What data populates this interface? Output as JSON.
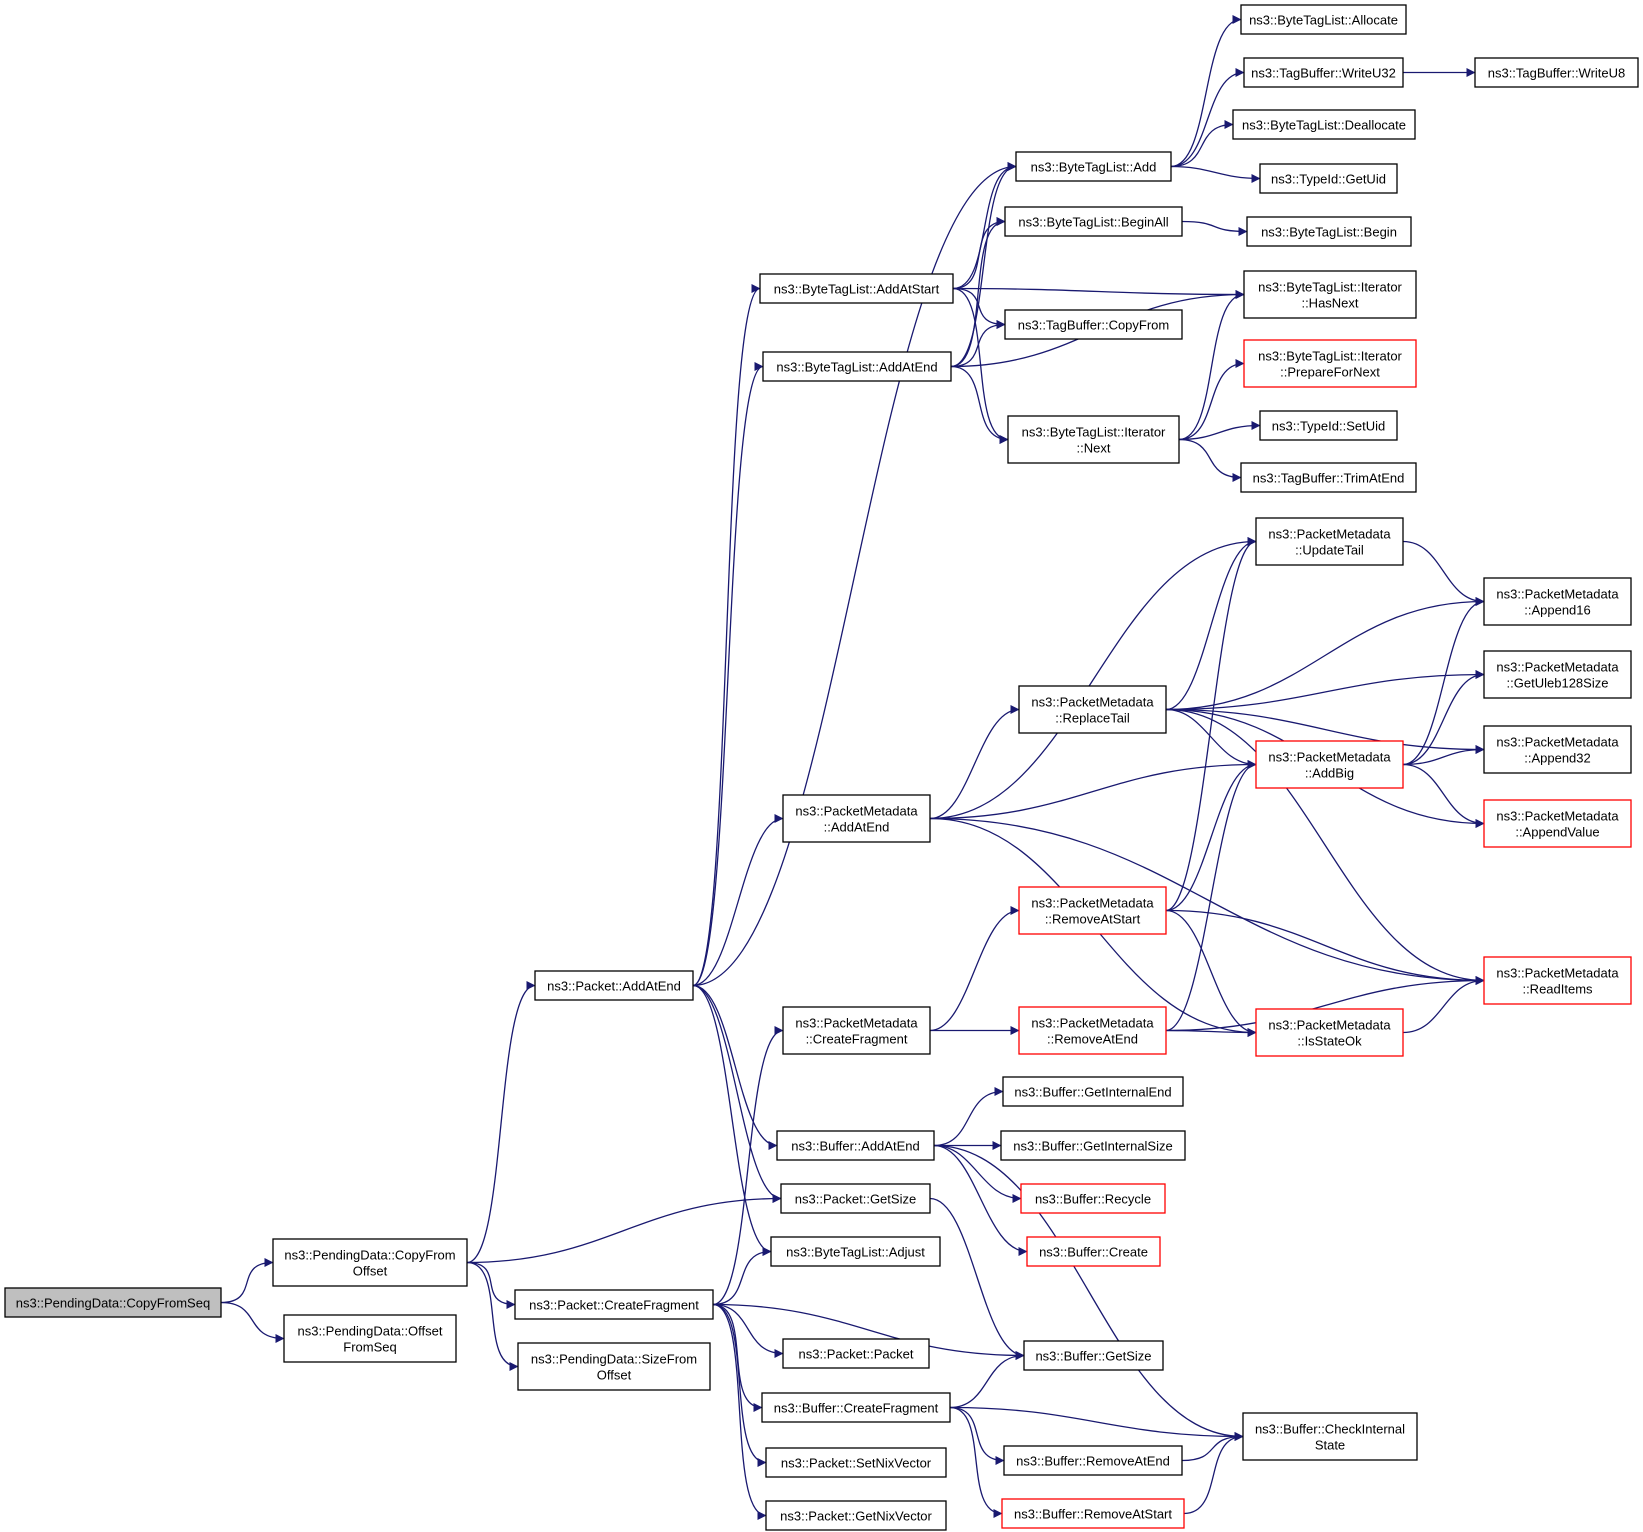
{
  "colors": {
    "edge": "#191970",
    "node_border": "#000000",
    "node_border_truncated": "#ff0000",
    "root_fill": "#bfbfbf",
    "node_fill": "#ffffff"
  },
  "nodes": [
    {
      "id": "copyFromSeq",
      "lines": [
        "ns3::PendingData::CopyFromSeq"
      ],
      "style": "root"
    },
    {
      "id": "copyFromOffset",
      "lines": [
        "ns3::PendingData::CopyFrom",
        "Offset"
      ],
      "style": "normal"
    },
    {
      "id": "offsetFromSeq",
      "lines": [
        "ns3::PendingData::Offset",
        "FromSeq"
      ],
      "style": "normal"
    },
    {
      "id": "pktAddAtEnd",
      "lines": [
        "ns3::Packet::AddAtEnd"
      ],
      "style": "normal"
    },
    {
      "id": "pktCreateFragment",
      "lines": [
        "ns3::Packet::CreateFragment"
      ],
      "style": "normal"
    },
    {
      "id": "sizeFromOffset",
      "lines": [
        "ns3::PendingData::SizeFrom",
        "Offset"
      ],
      "style": "normal"
    },
    {
      "id": "btlAddAtStart",
      "lines": [
        "ns3::ByteTagList::AddAtStart"
      ],
      "style": "normal"
    },
    {
      "id": "btlAddAtEnd",
      "lines": [
        "ns3::ByteTagList::AddAtEnd"
      ],
      "style": "normal"
    },
    {
      "id": "pmAddAtEnd",
      "lines": [
        "ns3::PacketMetadata",
        "::AddAtEnd"
      ],
      "style": "normal"
    },
    {
      "id": "pmCreateFragment",
      "lines": [
        "ns3::PacketMetadata",
        "::CreateFragment"
      ],
      "style": "normal"
    },
    {
      "id": "bufAddAtEnd",
      "lines": [
        "ns3::Buffer::AddAtEnd"
      ],
      "style": "normal"
    },
    {
      "id": "pktGetSize",
      "lines": [
        "ns3::Packet::GetSize"
      ],
      "style": "normal"
    },
    {
      "id": "btlAdjust",
      "lines": [
        "ns3::ByteTagList::Adjust"
      ],
      "style": "normal"
    },
    {
      "id": "pktPacket",
      "lines": [
        "ns3::Packet::Packet"
      ],
      "style": "normal"
    },
    {
      "id": "bufCreateFragment",
      "lines": [
        "ns3::Buffer::CreateFragment"
      ],
      "style": "normal"
    },
    {
      "id": "pktSetNix",
      "lines": [
        "ns3::Packet::SetNixVector"
      ],
      "style": "normal"
    },
    {
      "id": "pktGetNix",
      "lines": [
        "ns3::Packet::GetNixVector"
      ],
      "style": "normal"
    },
    {
      "id": "btlAdd",
      "lines": [
        "ns3::ByteTagList::Add"
      ],
      "style": "normal"
    },
    {
      "id": "btlBeginAll",
      "lines": [
        "ns3::ByteTagList::BeginAll"
      ],
      "style": "normal"
    },
    {
      "id": "tbCopyFrom",
      "lines": [
        "ns3::TagBuffer::CopyFrom"
      ],
      "style": "normal"
    },
    {
      "id": "btlIterNext",
      "lines": [
        "ns3::ByteTagList::Iterator",
        "::Next"
      ],
      "style": "normal"
    },
    {
      "id": "pmReplaceTail",
      "lines": [
        "ns3::PacketMetadata",
        "::ReplaceTail"
      ],
      "style": "normal"
    },
    {
      "id": "pmRemoveAtStart",
      "lines": [
        "ns3::PacketMetadata",
        "::RemoveAtStart"
      ],
      "style": "truncated"
    },
    {
      "id": "pmRemoveAtEnd",
      "lines": [
        "ns3::PacketMetadata",
        "::RemoveAtEnd"
      ],
      "style": "truncated"
    },
    {
      "id": "bufGetInternalEnd",
      "lines": [
        "ns3::Buffer::GetInternalEnd"
      ],
      "style": "normal"
    },
    {
      "id": "bufGetInternalSize",
      "lines": [
        "ns3::Buffer::GetInternalSize"
      ],
      "style": "normal"
    },
    {
      "id": "bufRecycle",
      "lines": [
        "ns3::Buffer::Recycle"
      ],
      "style": "truncated"
    },
    {
      "id": "bufCreate",
      "lines": [
        "ns3::Buffer::Create"
      ],
      "style": "truncated"
    },
    {
      "id": "bufGetSize",
      "lines": [
        "ns3::Buffer::GetSize"
      ],
      "style": "normal"
    },
    {
      "id": "bufRemoveAtEnd",
      "lines": [
        "ns3::Buffer::RemoveAtEnd"
      ],
      "style": "normal"
    },
    {
      "id": "bufRemoveAtStart",
      "lines": [
        "ns3::Buffer::RemoveAtStart"
      ],
      "style": "truncated"
    },
    {
      "id": "btlAllocate",
      "lines": [
        "ns3::ByteTagList::Allocate"
      ],
      "style": "normal"
    },
    {
      "id": "tbWriteU32",
      "lines": [
        "ns3::TagBuffer::WriteU32"
      ],
      "style": "normal"
    },
    {
      "id": "btlDeallocate",
      "lines": [
        "ns3::ByteTagList::Deallocate"
      ],
      "style": "normal"
    },
    {
      "id": "typeIdGetUid",
      "lines": [
        "ns3::TypeId::GetUid"
      ],
      "style": "normal"
    },
    {
      "id": "btlBegin",
      "lines": [
        "ns3::ByteTagList::Begin"
      ],
      "style": "normal"
    },
    {
      "id": "btlIterHasNext",
      "lines": [
        "ns3::ByteTagList::Iterator",
        "::HasNext"
      ],
      "style": "normal"
    },
    {
      "id": "btlIterPrepare",
      "lines": [
        "ns3::ByteTagList::Iterator",
        "::PrepareForNext"
      ],
      "style": "truncated"
    },
    {
      "id": "typeIdSetUid",
      "lines": [
        "ns3::TypeId::SetUid"
      ],
      "style": "normal"
    },
    {
      "id": "tbTrimAtEnd",
      "lines": [
        "ns3::TagBuffer::TrimAtEnd"
      ],
      "style": "normal"
    },
    {
      "id": "pmUpdateTail",
      "lines": [
        "ns3::PacketMetadata",
        "::UpdateTail"
      ],
      "style": "normal"
    },
    {
      "id": "pmAddBig",
      "lines": [
        "ns3::PacketMetadata",
        "::AddBig"
      ],
      "style": "truncated"
    },
    {
      "id": "pmIsStateOk",
      "lines": [
        "ns3::PacketMetadata",
        "::IsStateOk"
      ],
      "style": "truncated"
    },
    {
      "id": "bufCheckInternal",
      "lines": [
        "ns3::Buffer::CheckInternal",
        "State"
      ],
      "style": "normal"
    },
    {
      "id": "tbWriteU8",
      "lines": [
        "ns3::TagBuffer::WriteU8"
      ],
      "style": "normal"
    },
    {
      "id": "pmAppend16",
      "lines": [
        "ns3::PacketMetadata",
        "::Append16"
      ],
      "style": "normal"
    },
    {
      "id": "pmGetUleb",
      "lines": [
        "ns3::PacketMetadata",
        "::GetUleb128Size"
      ],
      "style": "normal"
    },
    {
      "id": "pmAppend32",
      "lines": [
        "ns3::PacketMetadata",
        "::Append32"
      ],
      "style": "normal"
    },
    {
      "id": "pmAppendValue",
      "lines": [
        "ns3::PacketMetadata",
        "::AppendValue"
      ],
      "style": "truncated"
    },
    {
      "id": "pmReadItems",
      "lines": [
        "ns3::PacketMetadata",
        "::ReadItems"
      ],
      "style": "truncated"
    }
  ],
  "edges": [
    [
      "copyFromSeq",
      "copyFromOffset"
    ],
    [
      "copyFromSeq",
      "offsetFromSeq"
    ],
    [
      "copyFromOffset",
      "pktAddAtEnd"
    ],
    [
      "copyFromOffset",
      "pktGetSize"
    ],
    [
      "copyFromOffset",
      "pktCreateFragment"
    ],
    [
      "copyFromOffset",
      "sizeFromOffset"
    ],
    [
      "pktAddAtEnd",
      "btlAdd"
    ],
    [
      "pktAddAtEnd",
      "btlAddAtStart"
    ],
    [
      "pktAddAtEnd",
      "btlAddAtEnd"
    ],
    [
      "pktAddAtEnd",
      "pmAddAtEnd"
    ],
    [
      "pktAddAtEnd",
      "bufAddAtEnd"
    ],
    [
      "pktAddAtEnd",
      "pktGetSize"
    ],
    [
      "pktAddAtEnd",
      "btlAdjust"
    ],
    [
      "pktCreateFragment",
      "pmCreateFragment"
    ],
    [
      "pktCreateFragment",
      "btlAdjust"
    ],
    [
      "pktCreateFragment",
      "bufGetSize"
    ],
    [
      "pktCreateFragment",
      "pktPacket"
    ],
    [
      "pktCreateFragment",
      "bufCreateFragment"
    ],
    [
      "pktCreateFragment",
      "pktSetNix"
    ],
    [
      "pktCreateFragment",
      "pktGetNix"
    ],
    [
      "btlAddAtStart",
      "btlAdd"
    ],
    [
      "btlAddAtStart",
      "btlBeginAll"
    ],
    [
      "btlAddAtStart",
      "btlIterHasNext"
    ],
    [
      "btlAddAtStart",
      "tbCopyFrom"
    ],
    [
      "btlAddAtStart",
      "btlIterNext"
    ],
    [
      "btlAddAtEnd",
      "btlAdd"
    ],
    [
      "btlAddAtEnd",
      "btlBeginAll"
    ],
    [
      "btlAddAtEnd",
      "tbCopyFrom"
    ],
    [
      "btlAddAtEnd",
      "btlIterHasNext"
    ],
    [
      "btlAddAtEnd",
      "btlIterNext"
    ],
    [
      "btlAdd",
      "btlAllocate"
    ],
    [
      "btlAdd",
      "tbWriteU32"
    ],
    [
      "btlAdd",
      "btlDeallocate"
    ],
    [
      "btlAdd",
      "typeIdGetUid"
    ],
    [
      "tbWriteU32",
      "tbWriteU8"
    ],
    [
      "btlBeginAll",
      "btlBegin"
    ],
    [
      "btlIterNext",
      "btlIterHasNext"
    ],
    [
      "btlIterNext",
      "btlIterPrepare"
    ],
    [
      "btlIterNext",
      "typeIdSetUid"
    ],
    [
      "btlIterNext",
      "tbTrimAtEnd"
    ],
    [
      "pmAddAtEnd",
      "pmUpdateTail"
    ],
    [
      "pmAddAtEnd",
      "pmReplaceTail"
    ],
    [
      "pmAddAtEnd",
      "pmAddBig"
    ],
    [
      "pmAddAtEnd",
      "pmReadItems"
    ],
    [
      "pmAddAtEnd",
      "pmIsStateOk"
    ],
    [
      "pmReplaceTail",
      "pmUpdateTail"
    ],
    [
      "pmReplaceTail",
      "pmAppend16"
    ],
    [
      "pmReplaceTail",
      "pmGetUleb"
    ],
    [
      "pmReplaceTail",
      "pmAppend32"
    ],
    [
      "pmReplaceTail",
      "pmAddBig"
    ],
    [
      "pmReplaceTail",
      "pmAppendValue"
    ],
    [
      "pmReplaceTail",
      "pmReadItems"
    ],
    [
      "pmUpdateTail",
      "pmAppend16"
    ],
    [
      "pmAddBig",
      "pmAppend16"
    ],
    [
      "pmAddBig",
      "pmGetUleb"
    ],
    [
      "pmAddBig",
      "pmAppend32"
    ],
    [
      "pmAddBig",
      "pmAppendValue"
    ],
    [
      "pmCreateFragment",
      "pmRemoveAtStart"
    ],
    [
      "pmCreateFragment",
      "pmRemoveAtEnd"
    ],
    [
      "pmRemoveAtStart",
      "pmUpdateTail"
    ],
    [
      "pmRemoveAtStart",
      "pmAddBig"
    ],
    [
      "pmRemoveAtStart",
      "pmReadItems"
    ],
    [
      "pmRemoveAtStart",
      "pmIsStateOk"
    ],
    [
      "pmRemoveAtEnd",
      "pmAddBig"
    ],
    [
      "pmRemoveAtEnd",
      "pmIsStateOk"
    ],
    [
      "pmRemoveAtEnd",
      "pmReadItems"
    ],
    [
      "pmIsStateOk",
      "pmReadItems"
    ],
    [
      "bufAddAtEnd",
      "bufGetInternalEnd"
    ],
    [
      "bufAddAtEnd",
      "bufGetInternalSize"
    ],
    [
      "bufAddAtEnd",
      "bufRecycle"
    ],
    [
      "bufAddAtEnd",
      "bufCreate"
    ],
    [
      "bufAddAtEnd",
      "bufCheckInternal"
    ],
    [
      "pktGetSize",
      "bufGetSize"
    ],
    [
      "bufCreateFragment",
      "bufGetSize"
    ],
    [
      "bufCreateFragment",
      "bufCheckInternal"
    ],
    [
      "bufCreateFragment",
      "bufRemoveAtEnd"
    ],
    [
      "bufCreateFragment",
      "bufRemoveAtStart"
    ],
    [
      "bufRemoveAtEnd",
      "bufCheckInternal"
    ],
    [
      "bufRemoveAtStart",
      "bufCheckInternal"
    ]
  ]
}
